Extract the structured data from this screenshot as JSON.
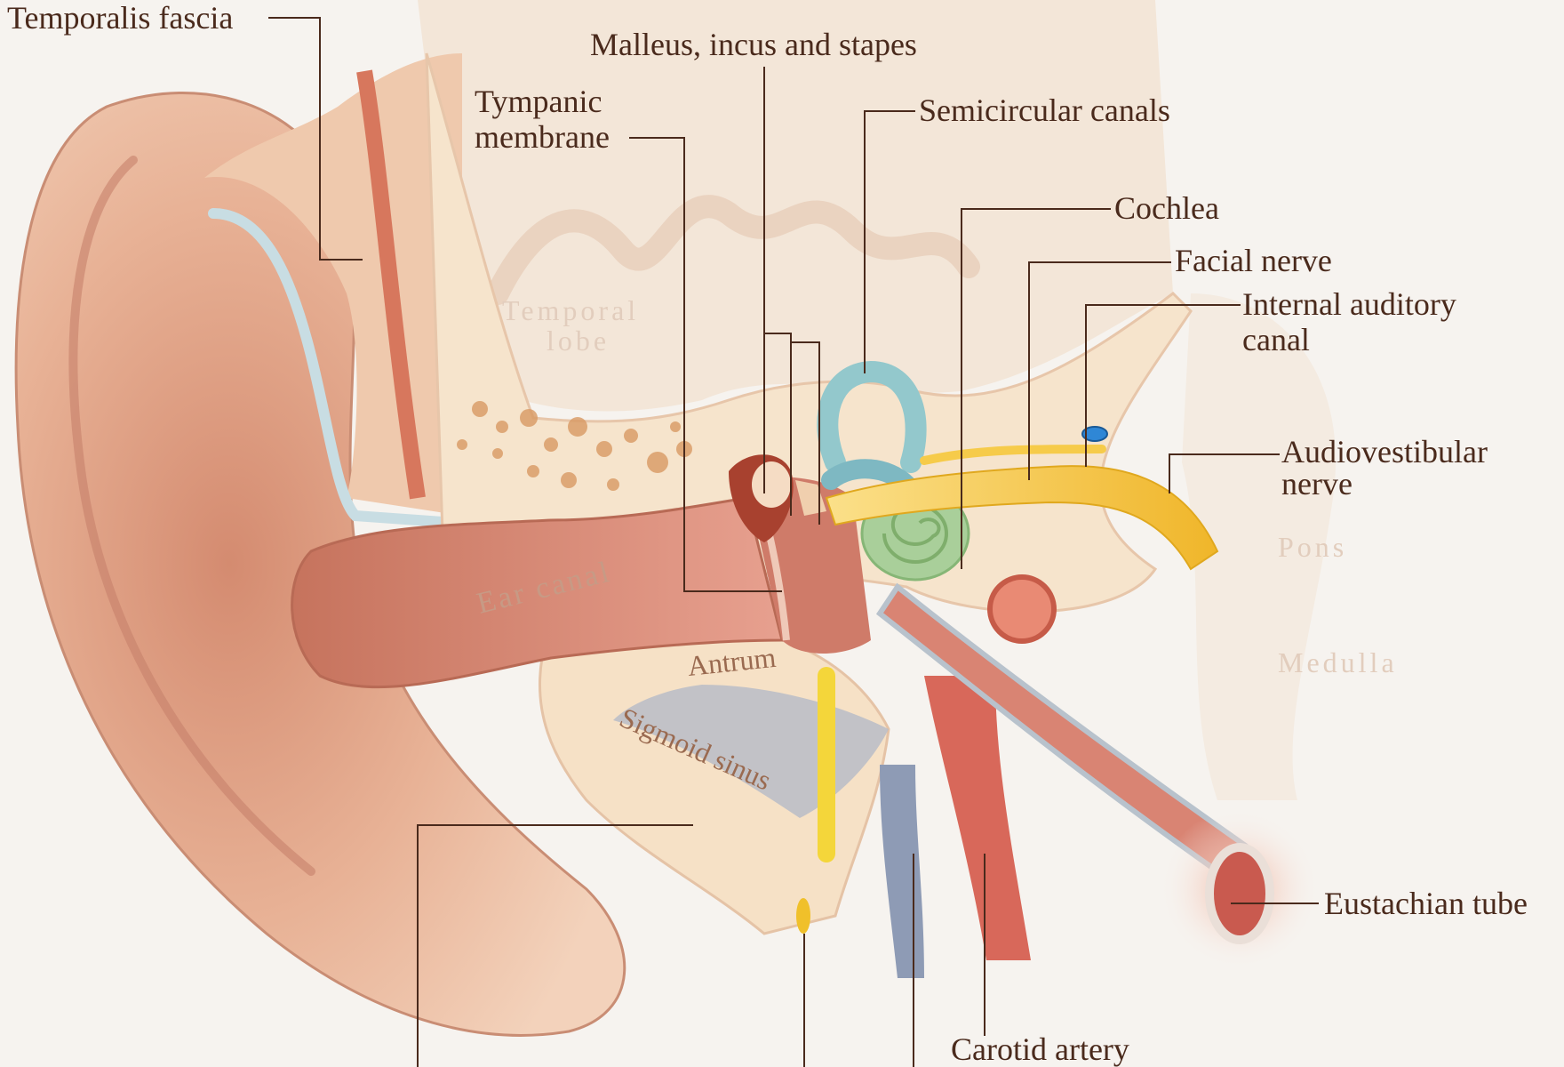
{
  "labels": {
    "temporalis_fascia": "Temporalis fascia",
    "ossicles": "Malleus, incus and stapes",
    "tympanic_line1": "Tympanic",
    "tympanic_line2": "membrane",
    "semicircular_canals": "Semicircular canals",
    "cochlea": "Cochlea",
    "facial_nerve": "Facial nerve",
    "internal_auditory_line1": "Internal auditory",
    "internal_auditory_line2": "canal",
    "audiovestibular_line1": "Audiovestibular",
    "audiovestibular_line2": "nerve",
    "eustachian_tube": "Eustachian tube",
    "carotid_artery": "Carotid artery"
  },
  "region_labels": {
    "temporal_lobe_line1": "Temporal",
    "temporal_lobe_line2": "lobe",
    "ear_canal": "Ear canal",
    "antrum": "Antrum",
    "sigmoid_sinus": "Sigmoid sinus",
    "pons": "Pons",
    "medulla": "Medulla"
  },
  "colors": {
    "background": "#f6f3ef",
    "skin": "#eec3a5",
    "skin_shadow": "#c77c60",
    "bone": "#f6e4cc",
    "canal": "#d9897a",
    "brain": "#f3e6d8",
    "semicircular": "#93c8cc",
    "cochlea": "#a9cf9a",
    "nerve": "#f3c23a",
    "artery": "#d8685a",
    "vein": "#8e9bb5",
    "label_text": "#4a2a1c"
  }
}
